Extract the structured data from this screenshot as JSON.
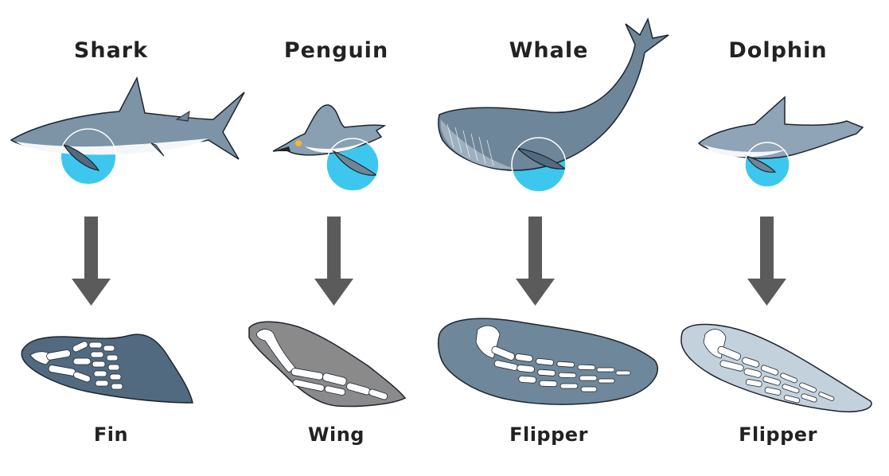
{
  "colors": {
    "highlight": "#3ec7ee",
    "arrow": "#5b5b5b",
    "outline": "#1c2530"
  },
  "animals": [
    {
      "name": "Shark",
      "limb": "Fin",
      "body_color": "#7d93a6",
      "limb_color": "#516a80"
    },
    {
      "name": "Penguin",
      "limb": "Wing",
      "body_color": "#89a0b3",
      "limb_color": "#8a8a8a"
    },
    {
      "name": "Whale",
      "limb": "Flipper",
      "body_color": "#6e8699",
      "limb_color": "#6f879a"
    },
    {
      "name": "Dolphin",
      "limb": "Flipper",
      "body_color": "#8fa4b6",
      "limb_color": "#c3d1dc"
    }
  ]
}
